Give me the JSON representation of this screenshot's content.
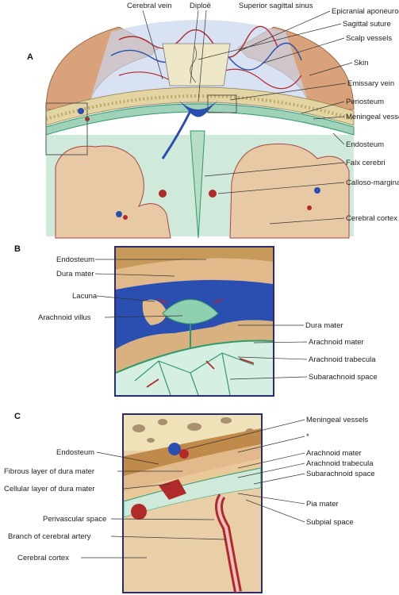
{
  "panels": {
    "a": "A",
    "b": "B",
    "c": "C"
  },
  "panel_a": {
    "cerebral_vein": "Cerebral vein",
    "diploe": "Diploë",
    "superior_sagittal_sinus": "Superior sagittal sinus",
    "epicranial_aponeurosis": "Epicranial aponeurosis",
    "sagittal_suture": "Sagittal suture",
    "scalp_vessels": "Scalp vessels",
    "skin": "Skin",
    "emissary_vein": "Emissary vein",
    "periosteum": "Periosteum",
    "meningeal_vessels": "Meningeal vessels",
    "endosteum": "Endosteum",
    "falx_cerebri": "Falx cerebri",
    "callosomarginal_artery": "Calloso-marginal artery",
    "cerebral_cortex": "Cerebral cortex"
  },
  "panel_b": {
    "endosteum": "Endosteum",
    "dura_mater_left": "Dura mater",
    "lacuna": "Lacuna",
    "arachnoid_villus": "Arachnoid villus",
    "dura_mater_right": "Dura mater",
    "arachnoid_mater": "Arachnoid mater",
    "arachnoid_trabecula": "Arachnoid trabecula",
    "subarachnoid_space": "Subarachnoid space"
  },
  "panel_c": {
    "meningeal_vessels": "Meningeal vessels",
    "asterisk": "*",
    "endosteum": "Endosteum",
    "fibrous_layer": "Fibrous layer of dura mater",
    "cellular_layer": "Cellular layer of dura mater",
    "arachnoid_mater": "Arachnoid mater",
    "arachnoid_trabecula": "Arachnoid trabecula",
    "subarachnoid_space": "Subarachnoid space",
    "pia_mater": "Pia mater",
    "perivascular_space": "Perivascular space",
    "subpial_space": "Subpial space",
    "branch_cerebral_artery": "Branch of cerebral artery",
    "cerebral_cortex": "Cerebral cortex"
  },
  "colors": {
    "skin": "#d9a27a",
    "bone": "#efe2b8",
    "dura": "#b88a4a",
    "vein": "#2a4fb0",
    "artery": "#b02a2a",
    "arachnoid": "#2f9a6a",
    "csf": "#d6efe3",
    "cortex": "#e8c9a6",
    "frame": "#2b2b6e"
  }
}
